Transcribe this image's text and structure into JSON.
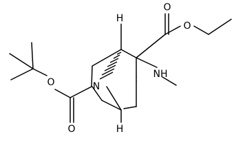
{
  "molecule": {
    "atom_labels": {
      "ester_ether_oxygen": "O",
      "ester_carbonyl_oxygen": "O",
      "boc_ether_oxygen": "O",
      "boc_carbonyl_oxygen": "O",
      "bridge_nitrogen": "N",
      "ring_amine": "NH",
      "top_stereo_hydrogen": "H",
      "bottom_stereo_hydrogen": "H"
    }
  }
}
